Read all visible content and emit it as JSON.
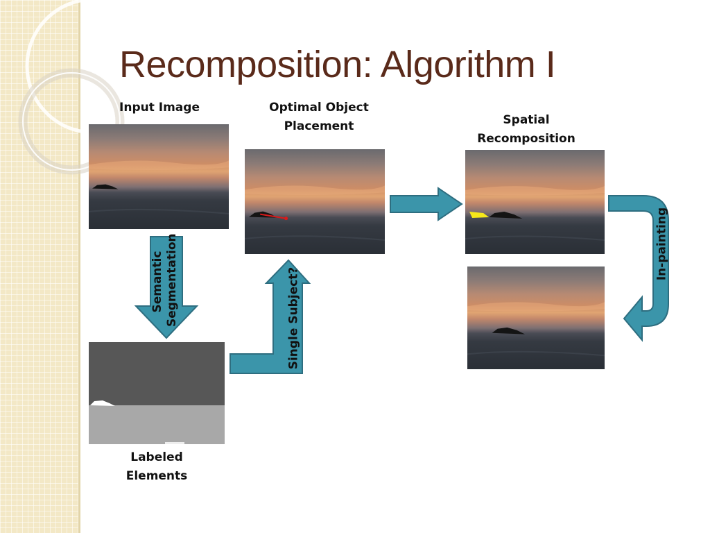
{
  "slide": {
    "title": "Recomposition: Algorithm I"
  },
  "labels": {
    "input_image": "Input Image",
    "optimal_line1": "Optimal Object",
    "optimal_line2": "Placement",
    "spatial_line1": "Spatial",
    "spatial_line2": "Recomposition",
    "labeled_line1": "Labeled",
    "labeled_line2": "Elements"
  },
  "arrows": {
    "segmentation_line1": "Semantic",
    "segmentation_line2": "Segmentation",
    "single_subject": "Single Subject?",
    "inpainting": "In-painting"
  },
  "colors": {
    "title": "#5a2a1a",
    "arrow_fill": "#3b95aa",
    "arrow_stroke": "#2e6e80",
    "highlight_wedge": "#f5e81a",
    "placement_marker": "#d81a1a"
  }
}
